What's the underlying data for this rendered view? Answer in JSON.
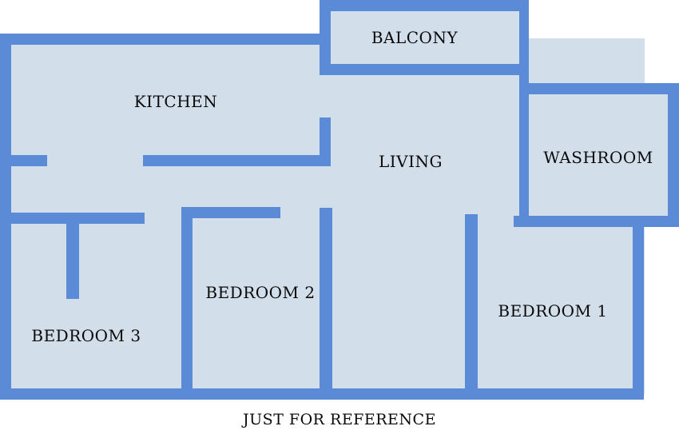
{
  "floor_plan": {
    "colors": {
      "floor_fill": "#d3deeb",
      "wall": "#5b8bd6",
      "text": "#0a0a0a",
      "background": "#ffffff"
    },
    "rooms": {
      "balcony": "BALCONY",
      "kitchen": "KITCHEN",
      "living": "LIVING",
      "washroom": "WASHROOM",
      "bedroom_1": "BEDROOM 1",
      "bedroom_2": "BEDROOM 2",
      "bedroom_3": "BEDROOM 3"
    },
    "caption": "JUST FOR REFERENCE"
  }
}
